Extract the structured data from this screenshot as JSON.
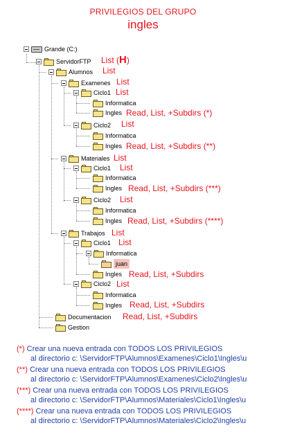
{
  "header": {
    "line1": "PRIVILEGIOS DEL GRUPO",
    "line2": "ingles"
  },
  "tree": {
    "root": "Grande (C:)",
    "servidor": "ServidorFTP",
    "alumnos": "Alumnos",
    "examenes": "Examenes",
    "materiales": "Materiales",
    "trabajos": "Trabajos",
    "ciclo1": "Ciclo1",
    "ciclo2": "Ciclo2",
    "informatica": "Informatica",
    "ingles": "Ingles",
    "juan": "juan",
    "documentacion": "Documentacion",
    "gestion": "Gestion"
  },
  "permissions": {
    "servidor": "List (",
    "servidor_h": "H",
    "servidor_close": ")",
    "list": "List",
    "ex_c1_ingles": "Read, List, +Subdirs  (*)",
    "ex_c2_ingles": "Read, List, +Subdirs (**)",
    "mat_c1_ingles": "Read, List, +Subdirs  (***)",
    "mat_c2_ingles": "Read, List, +Subdirs  (****)",
    "trab_c1_ingles": "Read, List, +Subdirs",
    "trab_c2_ingles": "Read, List, +Subdirs",
    "documentacion": "Read, List, +Subdirs"
  },
  "notes": [
    {
      "mark": "(*)",
      "line1": "Crear una nueva entrada con TODOS LOS PRIVILEGIOS",
      "line2": "al directorio  c: \\ServidorFTP\\Alumnos\\Examenes\\Ciclo1\\Ingles\\u"
    },
    {
      "mark": "(**)",
      "line1": "Crear una nueva entrada con TODOS LOS PRIVILEGIOS",
      "line2": "al directorio  c: \\ServidorFTP\\Alumnos\\Examenes\\Ciclo2\\Ingles\\u"
    },
    {
      "mark": "(***)",
      "line1": "Crear una nueva entrada con TODOS LOS PRIVILEGIOS",
      "line2": "al directorio  c: \\ServidorFTP\\Alumnos\\Materiales\\Ciclo1\\Ingles\\u"
    },
    {
      "mark": "(****)",
      "line1": "Crear una nueva entrada con TODOS LOS PRIVILEGIOS",
      "line2": "al directorio  c: \\ServidorFTP\\Alumnos\\Materiales\\Ciclo2\\Ingles\\u"
    }
  ]
}
